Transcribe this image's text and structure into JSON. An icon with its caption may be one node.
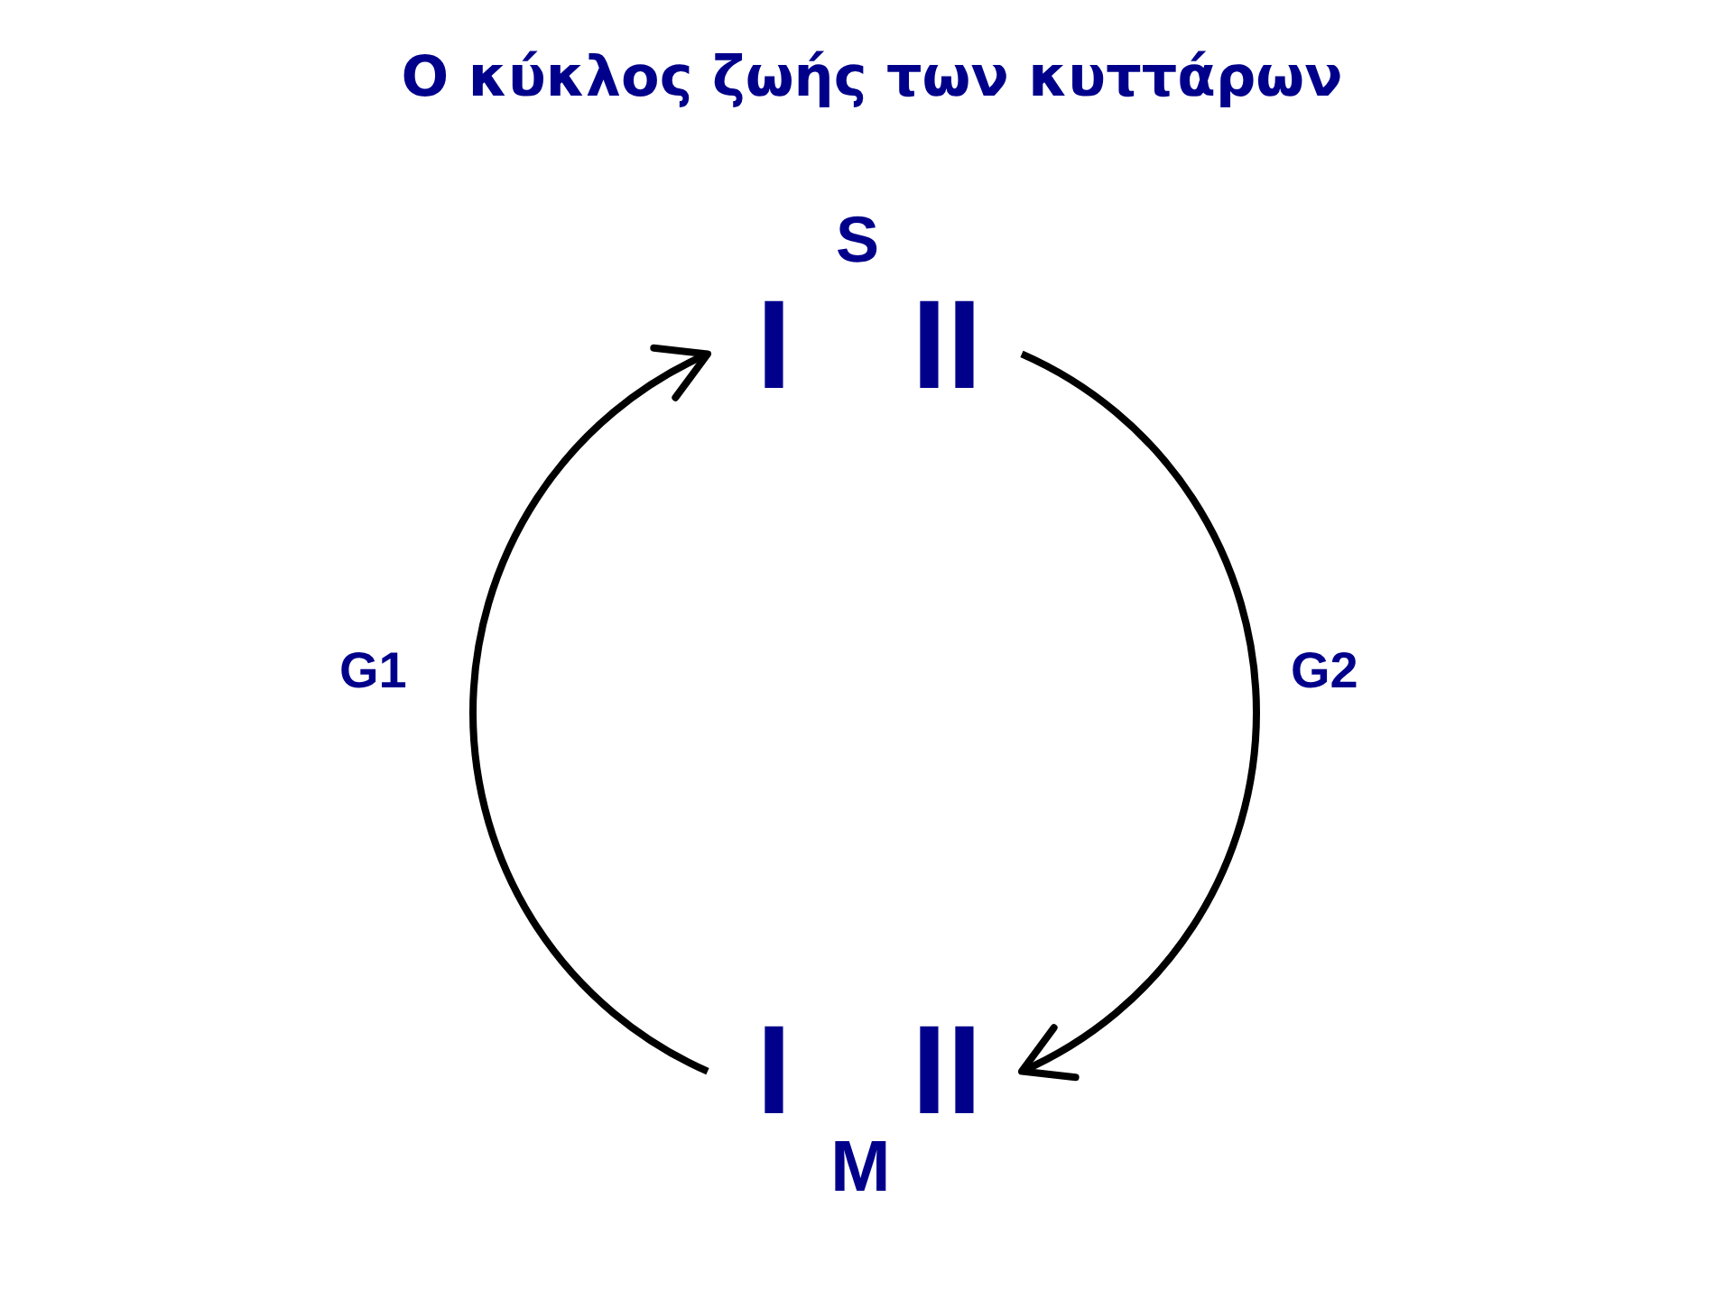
{
  "diagram": {
    "title": "Ο κύκλος ζωής των κυττάρων",
    "nodes": [
      {
        "text": [
          "I",
          "II"
        ],
        "beside": [
          "S"
        ]
      },
      {
        "text": [
          "I",
          "II"
        ],
        "beside": [
          "M"
        ]
      }
    ],
    "edges": [
      {
        "from": 1,
        "to": 0,
        "arrow": "to",
        "label": "G1"
      },
      {
        "from": 0,
        "to": 1,
        "arrow": "to",
        "label": "G2"
      }
    ]
  }
}
